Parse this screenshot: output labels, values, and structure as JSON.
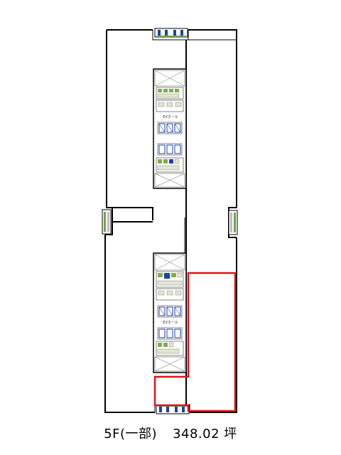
{
  "caption": {
    "floor": "5F(一部)",
    "area": "348.02 坪"
  },
  "labels": {
    "upper_elevator_hall": "EVホール",
    "lower_elevator_hall": "EVホール"
  },
  "colors": {
    "wall": "#000000",
    "highlight": "#e0141e",
    "wc_green": "#7fae4a",
    "elevator_blue": "#1f3fa8",
    "stair_grey": "#bdbdbd",
    "door_green": "#6fa34c"
  }
}
